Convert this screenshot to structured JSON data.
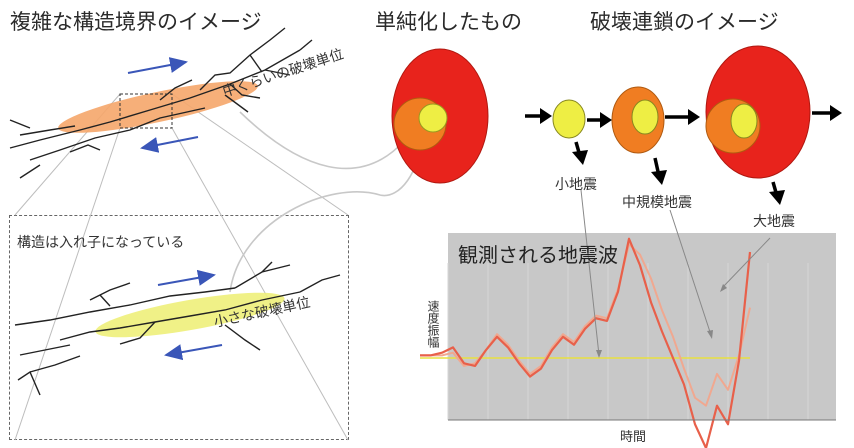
{
  "titles": {
    "complex": "複雑な構造境界のイメージ",
    "simplified": "単純化したもの",
    "chain": "破壊連鎖のイメージ"
  },
  "labels": {
    "medium_unit": "中くらいの破壊単位",
    "nested": "構造は入れ子になっている",
    "small_unit": "小さな破壊単位",
    "small_quake": "小地震",
    "medium_quake": "中規模地震",
    "large_quake": "大地震"
  },
  "colors": {
    "red": "#e8231c",
    "orange": "#f07d22",
    "yellow": "#eeee44",
    "arrow_blue": "#3a56b8",
    "crack": "#222222",
    "chart_bg": "#c8c8c8",
    "trace_red": "#e8604a",
    "trace_pink": "#f0a890",
    "baseline_yellow": "#e8e040"
  },
  "chart_data": {
    "type": "line",
    "title": "観測される地震波",
    "xlabel": "時間",
    "ylabel": "速度振幅",
    "x": [
      0,
      1,
      2,
      3,
      4,
      5,
      6,
      7,
      8,
      9,
      10,
      11,
      12,
      13,
      14,
      15,
      16,
      17,
      18,
      19,
      20,
      21,
      22,
      23,
      24,
      25,
      26,
      27,
      28,
      29,
      30
    ],
    "series": [
      {
        "values": [
          0.1,
          0.1,
          0.1,
          0.2,
          -0.3,
          -0.2,
          0.3,
          0.9,
          0.5,
          -0.1,
          -0.6,
          -0.3,
          0.4,
          0.9,
          0.6,
          1.2,
          1.6,
          1.5,
          2.6,
          4.3,
          3.9,
          3.0,
          1.8,
          0.8,
          -0.4,
          -1.5,
          -1.8,
          -0.6,
          -1.2,
          0.1,
          1.9
        ]
      },
      {
        "values": [
          0.1,
          0.1,
          0.2,
          0.4,
          -0.2,
          -0.3,
          0.3,
          0.8,
          0.4,
          -0.2,
          -0.7,
          -0.4,
          0.3,
          0.8,
          0.5,
          1.1,
          1.5,
          1.4,
          2.5,
          4.5,
          3.5,
          2.1,
          1.0,
          0.0,
          -1.0,
          -2.5,
          -3.4,
          -1.8,
          -2.5,
          -0.1,
          4.0
        ]
      }
    ]
  }
}
